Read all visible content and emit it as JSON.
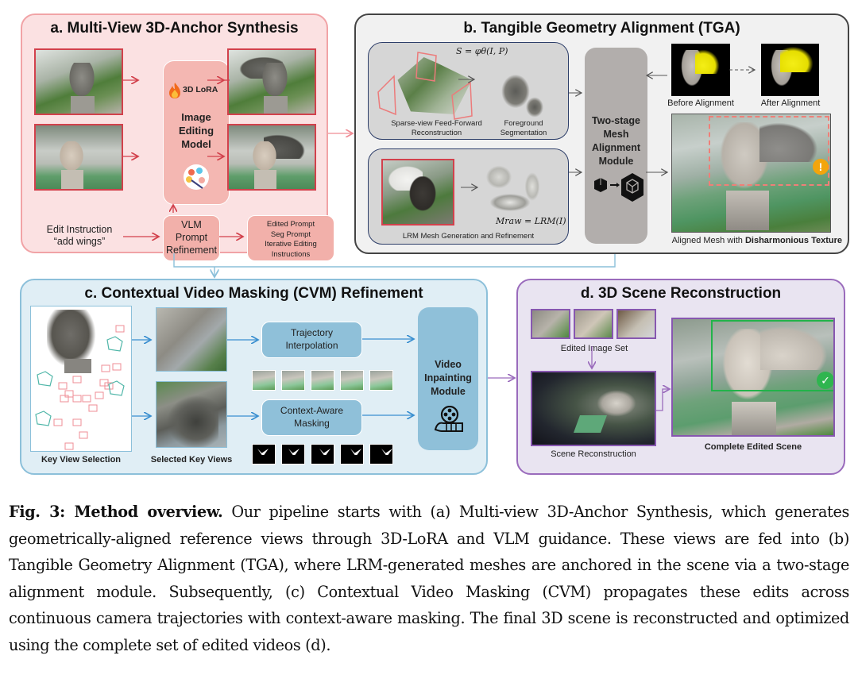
{
  "figure": {
    "panels": {
      "a": {
        "title": "a. Multi-View 3D-Anchor Synthesis",
        "lora_label": "3D LoRA",
        "model_label": [
          "Image",
          "Editing",
          "Model"
        ],
        "edit_instruction": [
          "Edit Instruction",
          "“add wings”"
        ],
        "vlm_box": [
          "VLM",
          "Prompt",
          "Refinement"
        ],
        "outputs_box": [
          "Edited Prompt",
          "Seg Prompt",
          "Iterative Editing",
          "Instructions"
        ],
        "icons": [
          "flame-icon",
          "palette-icon"
        ],
        "accent": "#d2414c"
      },
      "b": {
        "title": "b. Tangible Geometry Alignment (TGA)",
        "formula_s": "S = φθ(I, P)",
        "sparse_label": [
          "Sparse-view Feed-Forward",
          "Reconstruction"
        ],
        "fg_label": [
          "Foreground",
          "Segmentation"
        ],
        "formula_m": "Mraw = LRM(I)",
        "lrm_label": "LRM Mesh Generation and Refinement",
        "module_label": [
          "Two-stage",
          "Mesh",
          "Alignment",
          "Module"
        ],
        "before_label": "Before Alignment",
        "after_label": "After Alignment",
        "aligned_label_prefix": "Aligned Mesh with ",
        "aligned_label_bold": "Disharmonious Texture",
        "warning_icon": "!",
        "accent": "#444444"
      },
      "c": {
        "title": "c. Contextual Video Masking (CVM) Refinement",
        "traj_box": [
          "Trajectory",
          "Interpolation"
        ],
        "mask_box": [
          "Context-Aware",
          "Masking"
        ],
        "video_module": [
          "Video",
          "Inpainting",
          "Module"
        ],
        "key_view_label": "Key View Selection",
        "selected_label": "Selected Key Views",
        "frame_count": 5,
        "mask_count": 5,
        "accent": "#3a8fd0"
      },
      "d": {
        "title": "d. 3D Scene Reconstruction",
        "edited_set_label": "Edited Image Set",
        "recon_label": "Scene Reconstruction",
        "complete_label": "Complete Edited Scene",
        "edited_image_count": 3,
        "check_icon": "✓",
        "accent": "#9a6bbc"
      }
    },
    "caption": {
      "label": "Fig. 3: Method overview.",
      "text": " Our pipeline starts with (a) Multi-view 3D-Anchor Synthesis, which generates geometrically-aligned reference views through 3D-LoRA and VLM guidance. These views are fed into (b) Tangible Geometry Alignment (TGA), where LRM-generated meshes are anchored in the scene via a two-stage alignment module. Subsequently, (c) Contextual Video Masking (CVM) propagates these edits across continuous camera trajectories with context-aware masking. The final 3D scene is reconstructed and optimized using the complete set of edited videos (d)."
    }
  }
}
